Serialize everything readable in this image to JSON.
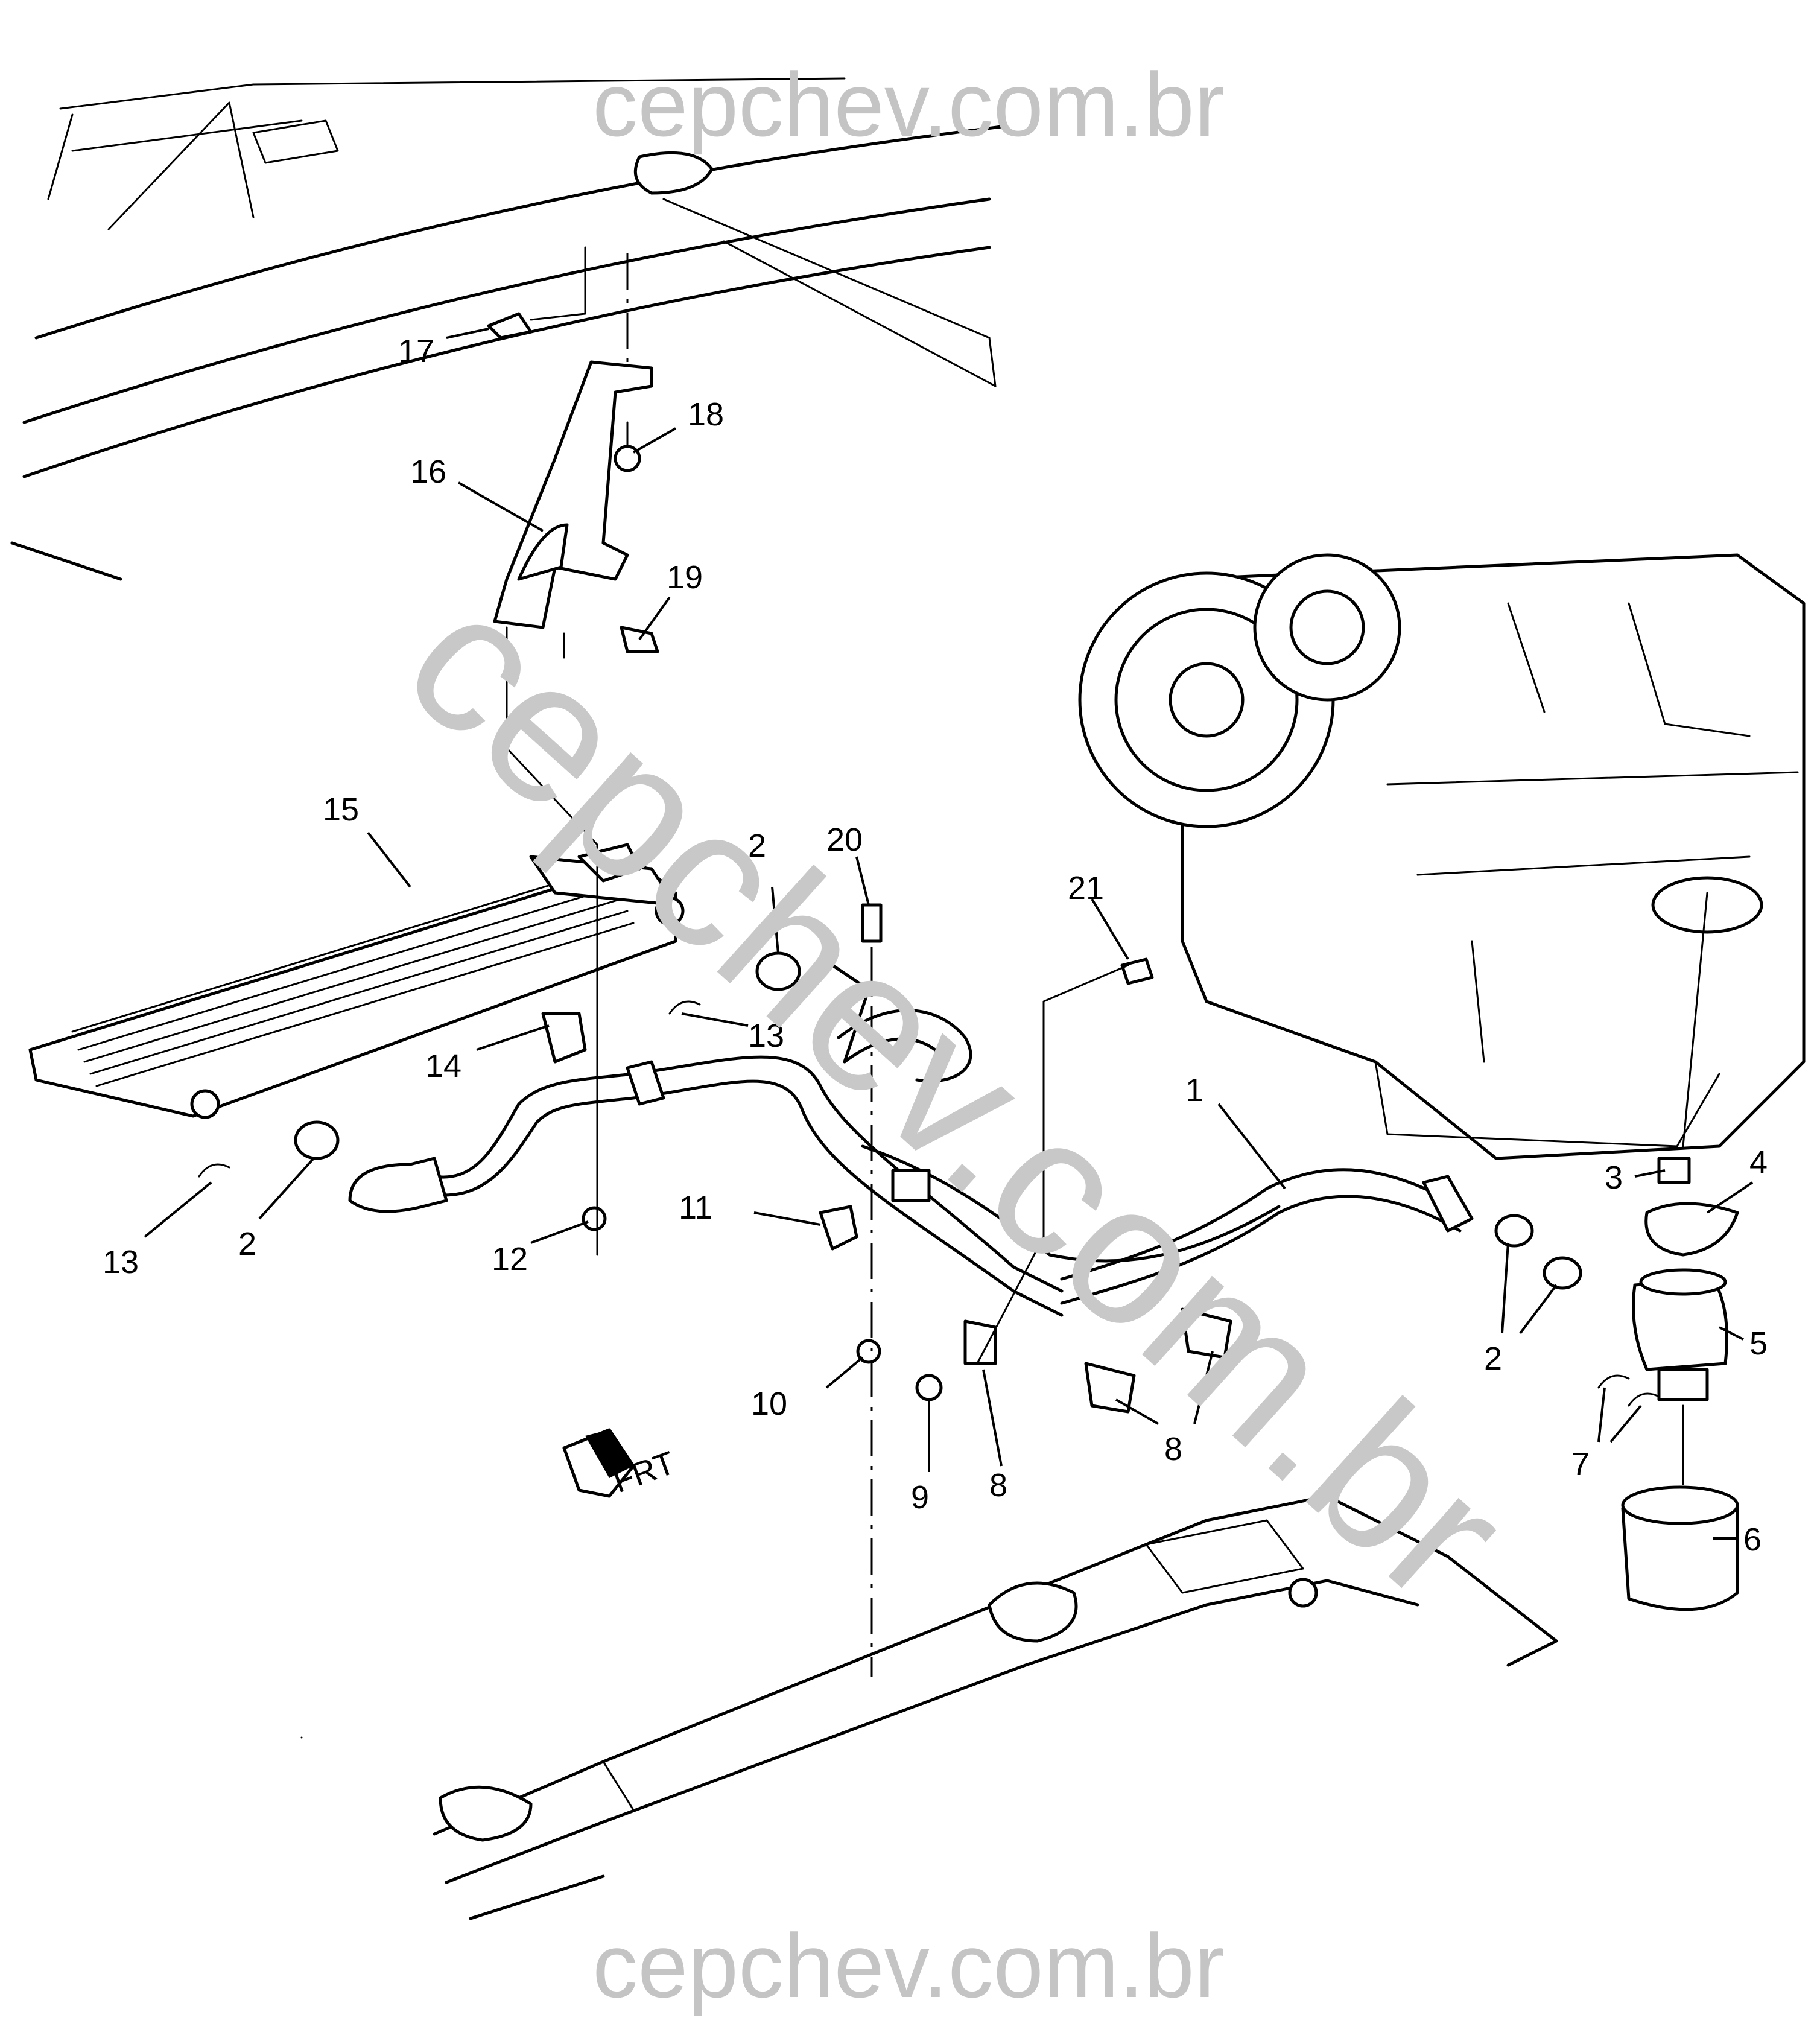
{
  "watermark": {
    "top": "cepchev.com.br",
    "bottom": "cepchev.com.br",
    "diagonal": "cepchev.com.br"
  },
  "direction_arrow": "FRT",
  "callouts": {
    "c1": "1",
    "c2a": "2",
    "c2b": "2",
    "c2c": "2",
    "c3": "3",
    "c4": "4",
    "c5": "5",
    "c6": "6",
    "c7": "7",
    "c8a": "8",
    "c8b": "8",
    "c9": "9",
    "c10": "10",
    "c11": "11",
    "c12": "12",
    "c13a": "13",
    "c13b": "13",
    "c14": "14",
    "c15": "15",
    "c16": "16",
    "c17": "17",
    "c18": "18",
    "c19": "19",
    "c20": "20",
    "c21": "21"
  }
}
